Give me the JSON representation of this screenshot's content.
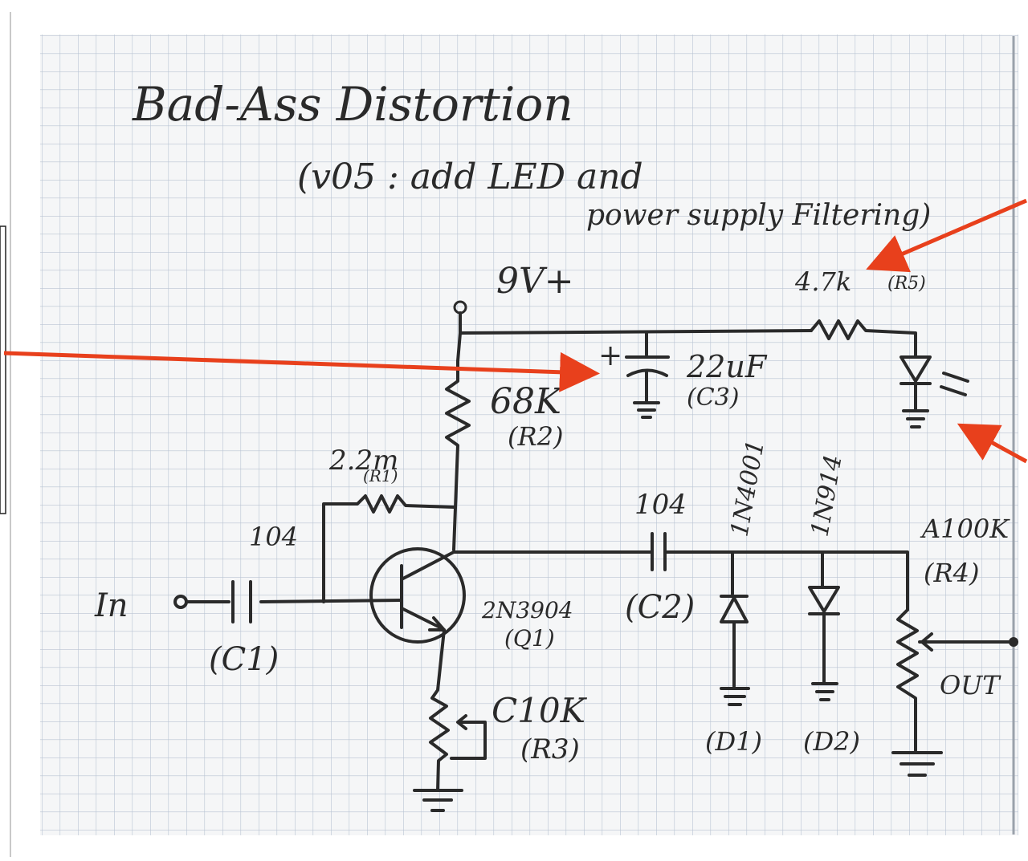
{
  "title": "Bad-Ass Distortion",
  "subtitle_line1": "(v05 : add LED and",
  "subtitle_line2": "power supply Filtering)",
  "supply": "9V+",
  "input_label": "In",
  "output_label": "OUT",
  "components": {
    "r1": {
      "value": "2.2m",
      "ref": "(R1)"
    },
    "r2": {
      "value": "68K",
      "ref": "(R2)"
    },
    "r3": {
      "value": "C10K",
      "ref": "(R3)"
    },
    "r4": {
      "value": "A100K",
      "ref": "(R4)"
    },
    "r5": {
      "value": "4.7k",
      "ref": "(R5)"
    },
    "c1": {
      "value": "104",
      "ref": "(C1)"
    },
    "c2": {
      "value": "104",
      "ref": "(C2)"
    },
    "c3": {
      "value": "22uF",
      "ref": "(C3)",
      "polarity": "+"
    },
    "q1": {
      "value": "2N3904",
      "ref": "(Q1)"
    },
    "d1": {
      "value": "1N4001",
      "ref": "(D1)"
    },
    "d2": {
      "value": "1N914",
      "ref": "(D2)"
    }
  },
  "colors": {
    "paper": "#f5f6f7",
    "grid": "#b9c4d3",
    "ink": "#2a2a2a",
    "arrow": "#e8401c"
  }
}
